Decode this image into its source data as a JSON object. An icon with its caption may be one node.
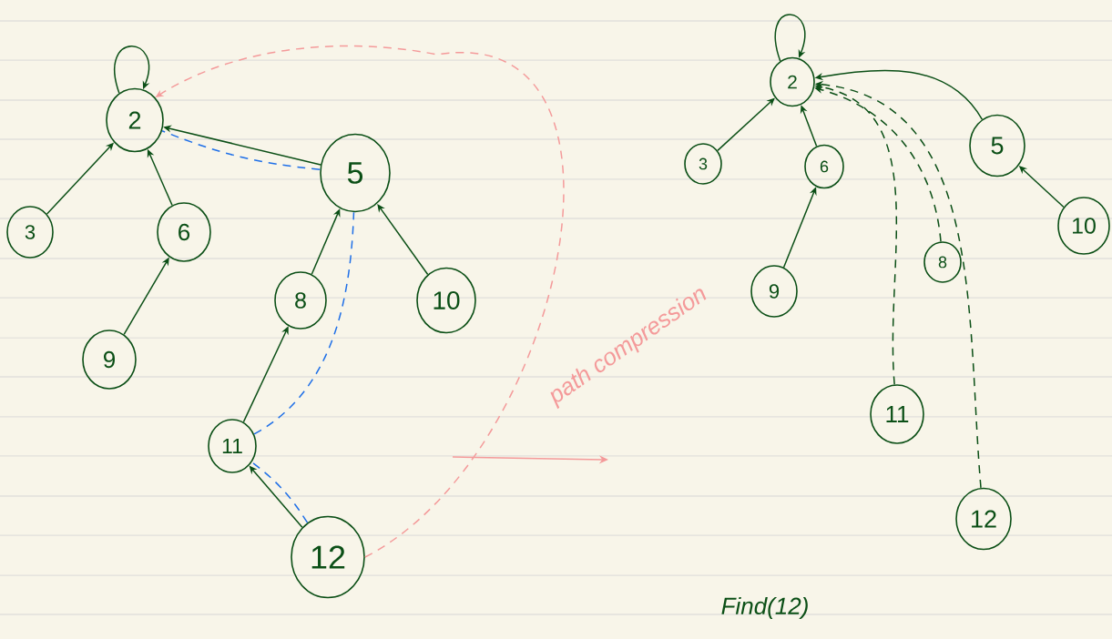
{
  "diagram": {
    "nodes": [
      {
        "text": [
          "2"
        ]
      },
      {
        "text": [
          "3"
        ]
      },
      {
        "text": [
          "6"
        ]
      },
      {
        "text": [
          "9"
        ]
      },
      {
        "text": [
          "5"
        ]
      },
      {
        "text": [
          "8"
        ]
      },
      {
        "text": [
          "10"
        ]
      },
      {
        "text": [
          "11"
        ]
      },
      {
        "text": [
          "12"
        ]
      },
      {
        "text": [
          "2"
        ]
      },
      {
        "text": [
          "3"
        ]
      },
      {
        "text": [
          "6"
        ]
      },
      {
        "text": [
          "9"
        ]
      },
      {
        "text": [
          "5"
        ]
      },
      {
        "text": [
          "8"
        ]
      },
      {
        "text": [
          "10"
        ]
      },
      {
        "text": [
          "11"
        ]
      },
      {
        "text": [
          "12"
        ]
      }
    ],
    "edges": [
      {
        "from": 0,
        "to": 0,
        "arrow": "to"
      },
      {
        "from": 1,
        "to": 0,
        "arrow": "to"
      },
      {
        "from": 2,
        "to": 0,
        "arrow": "to"
      },
      {
        "from": 3,
        "to": 2,
        "arrow": "to"
      },
      {
        "from": 4,
        "to": 0,
        "arrow": "to"
      },
      {
        "from": 5,
        "to": 4,
        "arrow": "to"
      },
      {
        "from": 6,
        "to": 4,
        "arrow": "to"
      },
      {
        "from": 7,
        "to": 5,
        "arrow": "to"
      },
      {
        "from": 8,
        "to": 7,
        "arrow": "to"
      },
      {
        "from": 8,
        "to": 7,
        "arrow": "none",
        "style": "dashed",
        "color": "#1e6fe8"
      },
      {
        "from": 7,
        "to": 4,
        "arrow": "none",
        "style": "dashed",
        "color": "#1e6fe8"
      },
      {
        "from": 4,
        "to": 0,
        "arrow": "none",
        "style": "dashed",
        "color": "#1e6fe8"
      },
      {
        "from": 8,
        "to": 0,
        "arrow": "to",
        "style": "dashed",
        "color": "#f49a9a"
      },
      {
        "from": 9,
        "to": 9,
        "arrow": "to"
      },
      {
        "from": 10,
        "to": 9,
        "arrow": "to"
      },
      {
        "from": 11,
        "to": 9,
        "arrow": "to"
      },
      {
        "from": 12,
        "to": 11,
        "arrow": "to"
      },
      {
        "from": 13,
        "to": 9,
        "arrow": "to"
      },
      {
        "from": 15,
        "to": 13,
        "arrow": "to"
      },
      {
        "from": 16,
        "to": 9,
        "arrow": "to",
        "style": "dashed"
      },
      {
        "from": 14,
        "to": 9,
        "arrow": "to",
        "style": "dashed"
      },
      {
        "from": 17,
        "to": 9,
        "arrow": "to",
        "style": "dashed"
      }
    ],
    "labels": [
      "path compression",
      "Find(12)"
    ]
  }
}
